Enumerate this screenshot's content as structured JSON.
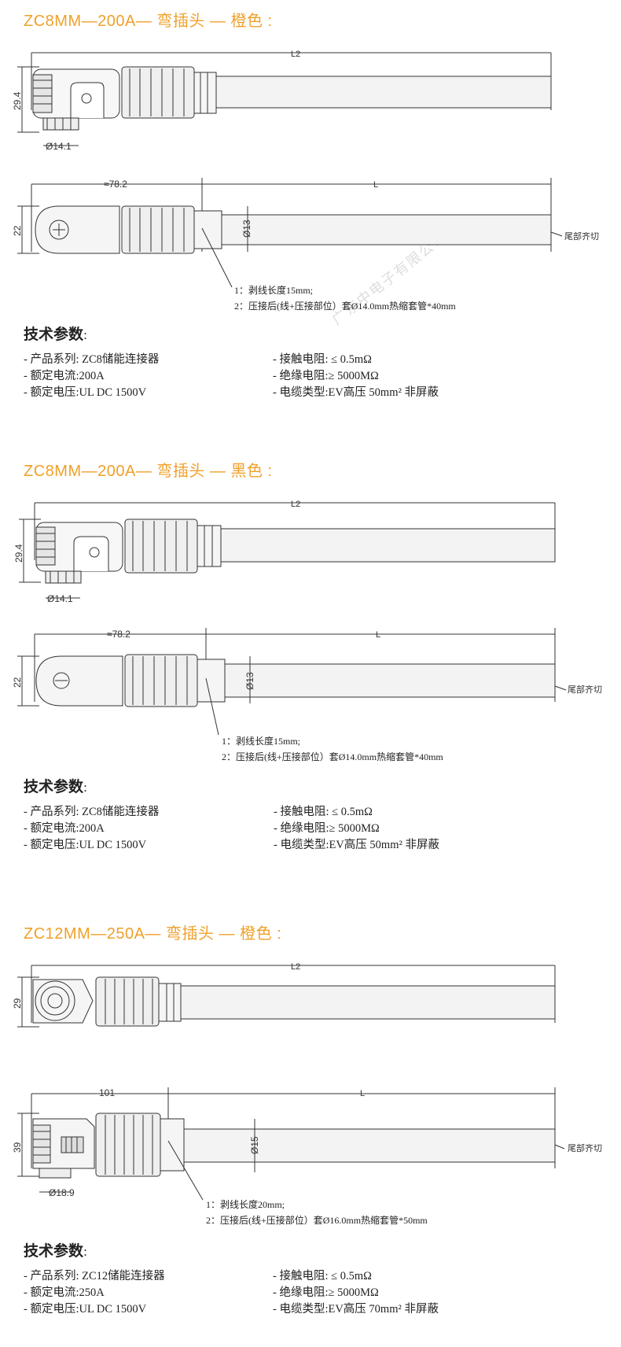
{
  "sections": [
    {
      "title": "ZC8MM—200A—  弯插头  —  橙色 :",
      "dims": {
        "top_length": "L2",
        "top_height": "29.4",
        "top_dia": "Ø14.1",
        "bot_offset": "≈78.2",
        "bot_length": "L",
        "bot_height": "22",
        "cable_dia": "Ø13",
        "cut_label": "尾部齐切"
      },
      "notes": [
        "1：剥线长度15mm;",
        "2：压接后(线+压接部位）套Ø14.0mm热缩套管*40mm"
      ],
      "specs_title": "技术参数",
      "specs_colon": ":",
      "specs_left": [
        "- 产品系列: ZC8储能连接器",
        "- 额定电流:200A",
        "- 额定电压:UL DC 1500V"
      ],
      "specs_right": [
        "- 接触电阻: ≤ 0.5mΩ",
        "- 绝缘电阻:≥ 5000MΩ",
        "- 电缆类型:EV高压 50mm² 非屏蔽"
      ]
    },
    {
      "title": "ZC8MM—200A—  弯插头  —  黑色 :",
      "dims": {
        "top_length": "L2",
        "top_height": "29.4",
        "top_dia": "Ø14.1",
        "bot_offset": "≈78.2",
        "bot_length": "L",
        "bot_height": "22",
        "cable_dia": "Ø13",
        "cut_label": "尾部齐切"
      },
      "notes": [
        "1：剥线长度15mm;",
        "2：压接后(线+压接部位）套Ø14.0mm热缩套管*40mm"
      ],
      "specs_title": "技术参数",
      "specs_colon": ":",
      "specs_left": [
        "- 产品系列: ZC8储能连接器",
        "- 额定电流:200A",
        "- 额定电压:UL DC 1500V"
      ],
      "specs_right": [
        "- 接触电阻: ≤ 0.5mΩ",
        "- 绝缘电阻:≥ 5000MΩ",
        "- 电缆类型:EV高压 50mm² 非屏蔽"
      ]
    },
    {
      "title": "ZC12MM—250A—  弯插头  —  橙色 :",
      "dims": {
        "top_length": "L2",
        "top_height": "29",
        "top_dia": "",
        "bot_offset": "101",
        "bot_length": "L",
        "bot_height": "39",
        "cable_dia": "Ø15",
        "cut_label": "尾部齐切",
        "bot_dia": "Ø18.9"
      },
      "notes": [
        "1：剥线长度20mm;",
        "2：压接后(线+压接部位）套Ø16.0mm热缩套管*50mm"
      ],
      "specs_title": "技术参数",
      "specs_colon": ":",
      "specs_left": [
        "- 产品系列: ZC12储能连接器",
        "- 额定电流:250A",
        "- 额定电压:UL DC 1500V"
      ],
      "specs_right": [
        "- 接触电阻: ≤ 0.5mΩ",
        "- 绝缘电阻:≥ 5000MΩ",
        "- 电缆类型:EV高压 70mm² 非屏蔽"
      ]
    }
  ],
  "colors": {
    "title": "#f0a02a",
    "line": "#333333",
    "body": "#dddddd"
  },
  "watermark": "广东中电子有限公司"
}
